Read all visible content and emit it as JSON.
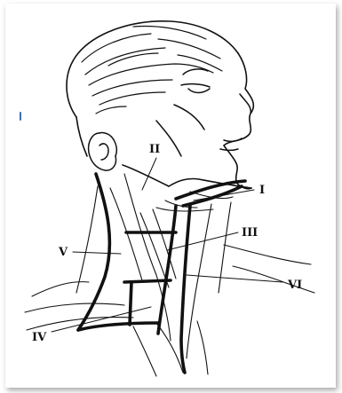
{
  "figure": {
    "colors": {
      "ink": "#111111",
      "background": "#ffffff"
    },
    "labels": {
      "I": "I",
      "II": "II",
      "III": "III",
      "IV": "IV",
      "V": "V",
      "VI": "VI"
    }
  }
}
